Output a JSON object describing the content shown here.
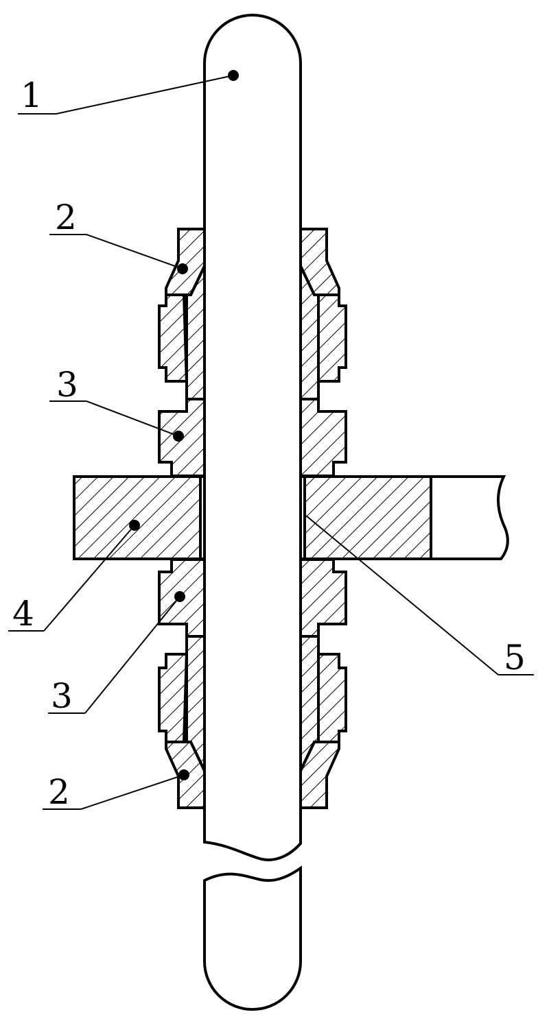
{
  "labels": {
    "part_1": "1",
    "part_2_upper": "2",
    "part_3_upper": "3",
    "part_4": "4",
    "part_5": "5",
    "part_3_lower": "3",
    "part_2_lower": "2"
  },
  "style": {
    "stroke_color": "#000000",
    "background": "#ffffff"
  }
}
